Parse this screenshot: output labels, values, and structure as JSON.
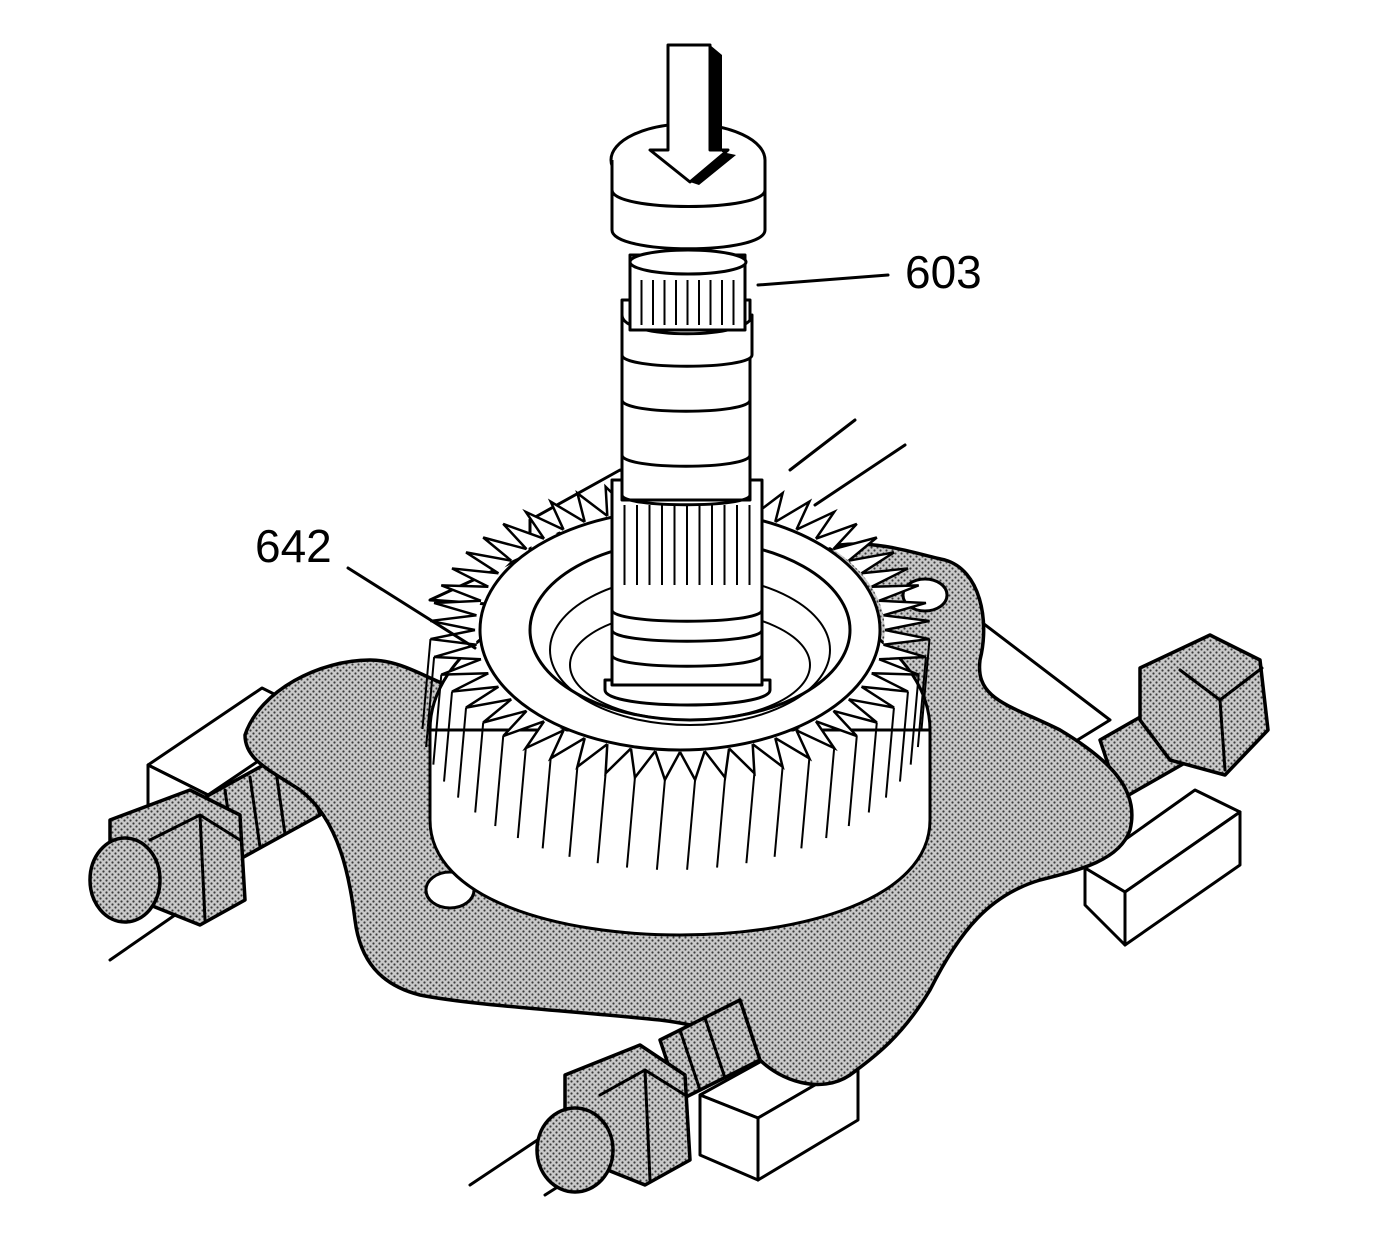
{
  "figure": {
    "background": "#ffffff",
    "line_color": "#000000",
    "shade_color": "#8c8c8c"
  },
  "callouts": [
    {
      "id": "603",
      "label": "603"
    },
    {
      "id": "642",
      "label": "642"
    }
  ],
  "icons": {
    "press_arrow": "down-arrow-icon"
  }
}
